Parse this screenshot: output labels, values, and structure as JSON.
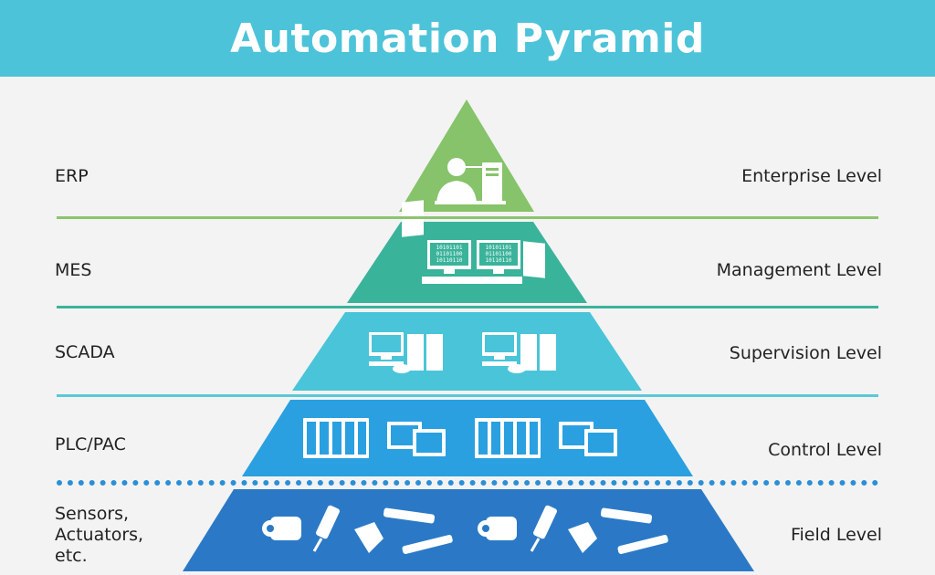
{
  "title": "Automation Pyramid",
  "levels": [
    {
      "left": "ERP",
      "right": "Enterprise Level",
      "color": "#86c36a"
    },
    {
      "left": "MES",
      "right": "Management Level",
      "color": "#3ab39b"
    },
    {
      "left": "SCADA",
      "right": "Supervision Level",
      "color": "#4ac4d8"
    },
    {
      "left": "PLC/PAC",
      "right": "Control Level",
      "color": "#2aa0e0"
    },
    {
      "left": "Sensors,\nActuators,\netc.",
      "right": "Field Level",
      "color": "#2b79c6"
    }
  ],
  "screen_text": "10101101\n01101100\n10110110",
  "separator_colors": [
    "#8bc46f",
    "#3ab39b",
    "#5ac8d8",
    "#2a8fd6"
  ]
}
